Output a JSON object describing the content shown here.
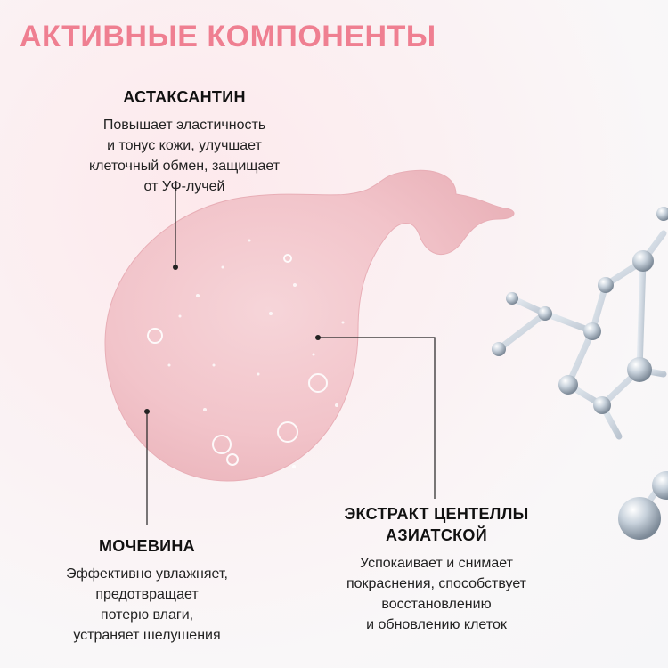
{
  "title": "АКТИВНЫЕ КОМПОНЕНТЫ",
  "components": [
    {
      "heading": "АСТАКСАНТИН",
      "text": "Повышает эластичность\nи тонус кожи, улучшает\nклеточный обмен, защищает\nот УФ-лучей"
    },
    {
      "heading": "МОЧЕВИНА",
      "text": "Эффективно увлажняет,\nпредотвращает\nпотерю влаги,\nустраняет шелушения"
    },
    {
      "heading_lines": [
        "ЭКСТРАКТ ЦЕНТЕЛЛЫ",
        "АЗИАТСКОЙ"
      ],
      "text": "Успокаивает и снимает\nпокраснения, способствует\nвосстановлению\nи обновлению клеток"
    }
  ],
  "colors": {
    "title": "#ef7f91",
    "drop": "#f4c9cf",
    "background": "#fbf0f2"
  },
  "icons": [
    "serum-drop-image",
    "molecule-illustration"
  ]
}
